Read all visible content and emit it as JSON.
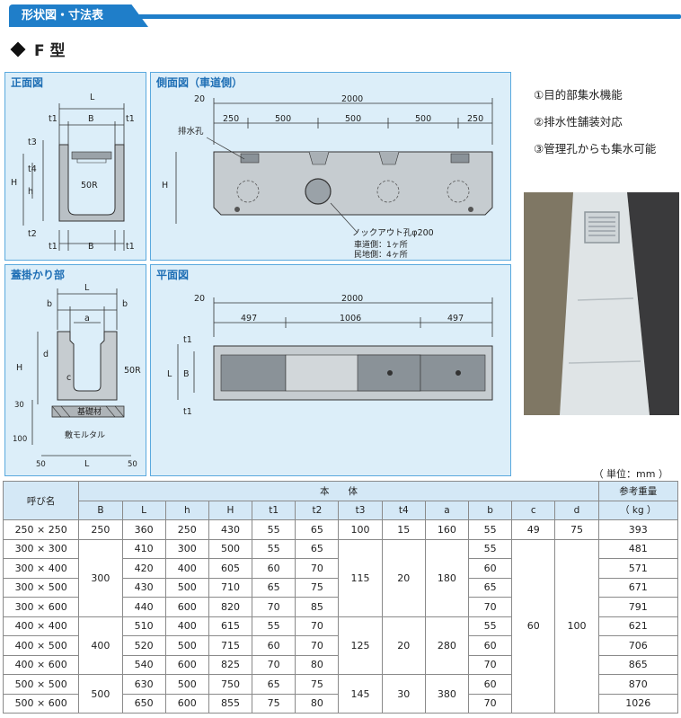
{
  "header": {
    "title": "形状図・寸法表"
  },
  "type_title": "F 型",
  "panels": {
    "front": "正面図",
    "side": "側面図（車道側）",
    "cover": "蓋掛かり部",
    "plan": "平面図"
  },
  "front_labels": [
    "L",
    "t1",
    "B",
    "t1",
    "t3",
    "t4",
    "H",
    "h",
    "50R",
    "t2",
    "t1",
    "B",
    "t1"
  ],
  "side_labels": {
    "top": [
      "20",
      "2000"
    ],
    "spans": [
      "250",
      "500",
      "500",
      "500",
      "250"
    ],
    "drain": "排水孔",
    "h": "H",
    "knockout": "ノックアウト孔φ200",
    "road": "車道側：1ヶ所",
    "private": "民地側：4ヶ所"
  },
  "cover_labels": [
    "L",
    "b",
    "b",
    "a",
    "d",
    "H",
    "c",
    "50R",
    "30",
    "基礎材",
    "100",
    "敷モルタル",
    "50",
    "L",
    "50"
  ],
  "plan_labels": {
    "top": [
      "20",
      "2000"
    ],
    "spans": [
      "497",
      "1006",
      "497"
    ],
    "side": [
      "t1",
      "L",
      "B",
      "t1"
    ]
  },
  "features": [
    "①目的部集水機能",
    "②排水性舗装対応",
    "③管理孔からも集水可能"
  ],
  "unit": "（ 単位：mm ）",
  "table": {
    "h_name": "呼び名",
    "h_body": "本　　体",
    "h_weight": "参考重量",
    "h_kg": "（ kg ）",
    "cols": [
      "B",
      "L",
      "h",
      "H",
      "t1",
      "t2",
      "t3",
      "t4",
      "a",
      "b",
      "c",
      "d"
    ],
    "r0": [
      "250 × 250",
      "250",
      "360",
      "250",
      "430",
      "55",
      "65",
      "100",
      "15",
      "160",
      "55",
      "49",
      "75",
      "393"
    ],
    "names": [
      "300 × 300",
      "300 × 400",
      "300 × 500",
      "300 × 600",
      "400 × 400",
      "400 × 500",
      "400 × 600",
      "500 × 500",
      "500 × 600"
    ],
    "L": [
      "410",
      "420",
      "430",
      "440",
      "510",
      "520",
      "540",
      "630",
      "650"
    ],
    "h": [
      "300",
      "400",
      "500",
      "600",
      "400",
      "500",
      "600",
      "500",
      "600"
    ],
    "H": [
      "500",
      "605",
      "710",
      "820",
      "615",
      "715",
      "825",
      "750",
      "855"
    ],
    "t1": [
      "55",
      "60",
      "65",
      "70",
      "55",
      "60",
      "70",
      "65",
      "75"
    ],
    "t2": [
      "65",
      "70",
      "75",
      "85",
      "70",
      "70",
      "80",
      "75",
      "80"
    ],
    "b": [
      "55",
      "60",
      "65",
      "70",
      "55",
      "60",
      "70",
      "60",
      "70"
    ],
    "wt": [
      "481",
      "571",
      "671",
      "791",
      "621",
      "706",
      "865",
      "870",
      "1026"
    ],
    "B": [
      "300",
      "400",
      "500"
    ],
    "t3": [
      "115",
      "125",
      "145"
    ],
    "t4": [
      "20",
      "20",
      "30"
    ],
    "a": [
      "180",
      "280",
      "380"
    ],
    "c": "60",
    "d": "100"
  }
}
